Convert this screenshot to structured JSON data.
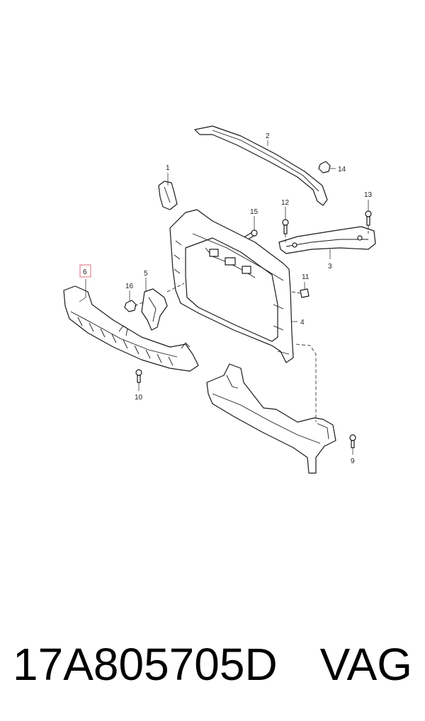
{
  "callouts": {
    "c1": "1",
    "c2": "2",
    "c3": "3",
    "c4": "4",
    "c5": "5",
    "c6": "6",
    "c9": "9",
    "c10": "10",
    "c11": "11",
    "c12": "12",
    "c13": "13",
    "c14": "14",
    "c15": "15",
    "c16": "16"
  },
  "highlighted_callout": "6",
  "highlight_color": "#e26b7c",
  "caption": {
    "part_number": "17A805705D",
    "brand": "VAG"
  }
}
